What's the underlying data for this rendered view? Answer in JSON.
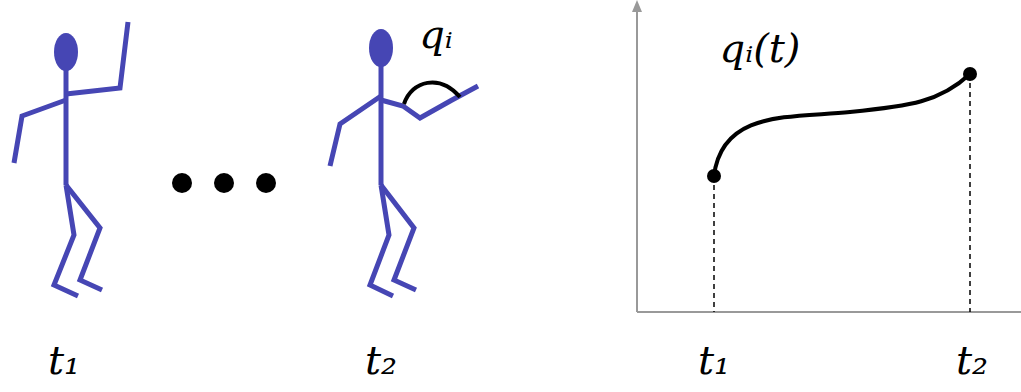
{
  "diagram": {
    "labels": [
      "qᵢ",
      "qᵢ(t)",
      "t₁",
      "t₂",
      "t₁",
      "t₂"
    ]
  }
}
